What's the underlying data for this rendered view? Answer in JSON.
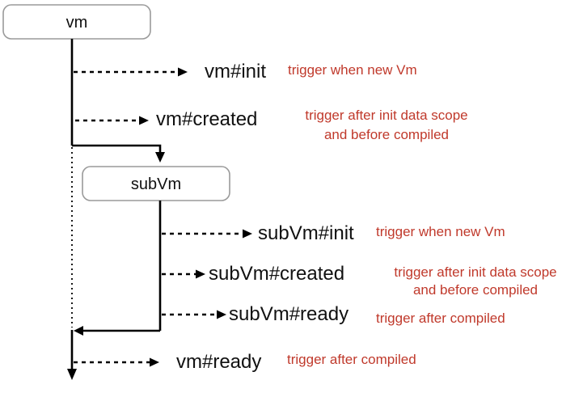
{
  "nodes": {
    "vm": "vm",
    "subVm": "subVm"
  },
  "events": {
    "vm_init": "vm#init",
    "vm_created": "vm#created",
    "subvm_init": "subVm#init",
    "subvm_created": "subVm#created",
    "subvm_ready": "subVm#ready",
    "vm_ready": "vm#ready"
  },
  "notes": {
    "vm_init": "trigger when new Vm",
    "vm_created_line1": "trigger after init data scope",
    "vm_created_line2": "and before compiled",
    "subvm_init": "trigger when new Vm",
    "subvm_created_line1": "trigger after init data scope",
    "subvm_created_line2": "and before compiled",
    "subvm_ready": "trigger after compiled",
    "vm_ready": "trigger after compiled"
  },
  "colors": {
    "note_text": "#c0392b",
    "box_stroke": "#9a9a9a",
    "lines": "#000000"
  }
}
